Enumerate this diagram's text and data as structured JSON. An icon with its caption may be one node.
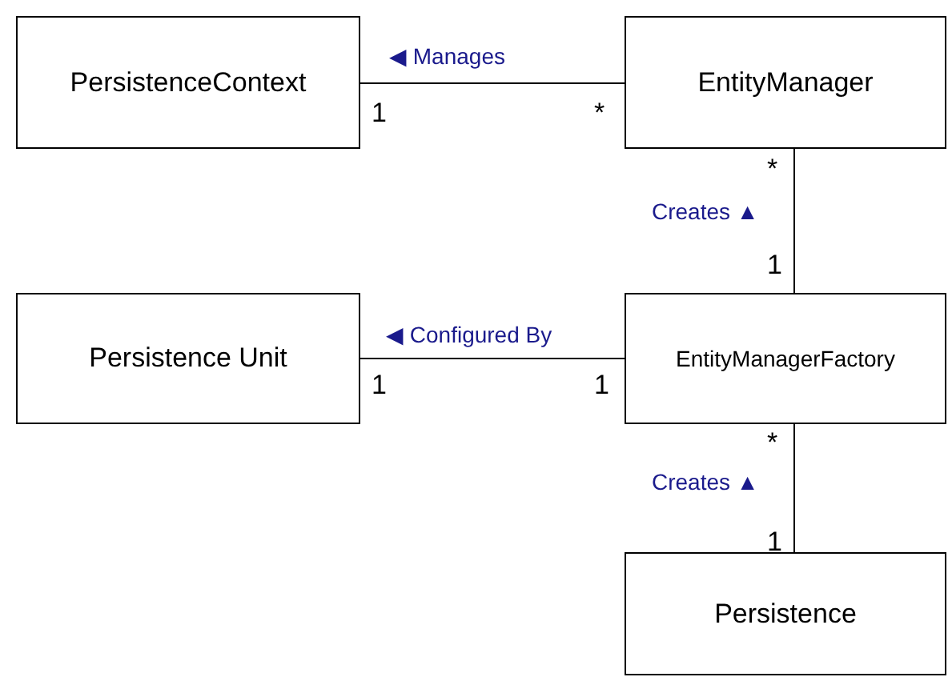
{
  "diagram": {
    "nodes": [
      {
        "text": [
          "PersistenceContext"
        ]
      },
      {
        "text": [
          "EntityManager"
        ]
      },
      {
        "text": [
          "Persistence Unit"
        ]
      },
      {
        "text": [
          "EntityManagerFactory"
        ]
      },
      {
        "text": [
          "Persistence"
        ]
      }
    ],
    "edges": [
      {
        "from": 0,
        "to": 1,
        "arrow": "none",
        "label": "◀ Manages"
      },
      {
        "from": 1,
        "to": 3,
        "arrow": "none",
        "label": "Creates ▲"
      },
      {
        "from": 2,
        "to": 3,
        "arrow": "none",
        "label": "◀ Configured By"
      },
      {
        "from": 3,
        "to": 4,
        "arrow": "none",
        "label": "Creates ▲"
      }
    ],
    "labels": [
      "1",
      "*",
      "*",
      "1",
      "1",
      "1",
      "*",
      "1"
    ]
  }
}
